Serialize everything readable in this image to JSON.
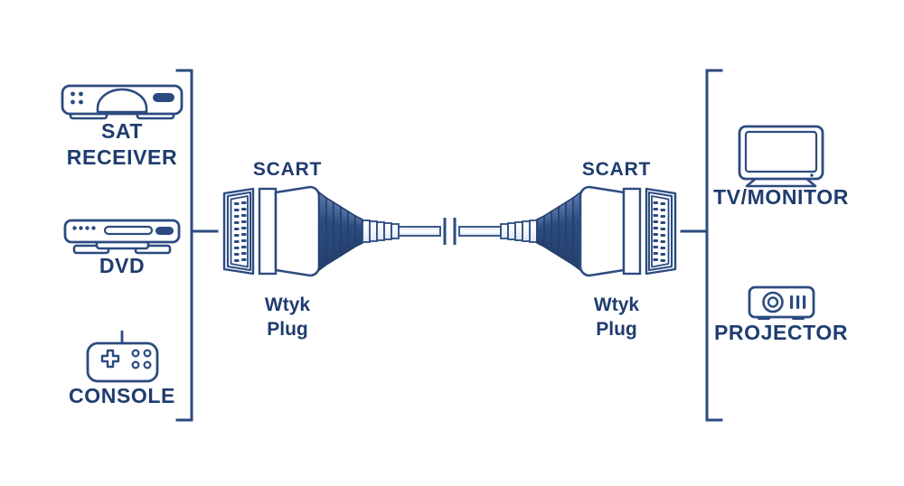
{
  "diagram": {
    "title": "SCART cable connection diagram",
    "colors": {
      "text": "#1f3c6e",
      "outline": "#2c4b80",
      "fill_dark": "#2a4a80",
      "fill_light": "#f4f7fc",
      "background": "#ffffff",
      "mid_blue": "#3d5f95"
    },
    "source_devices": [
      {
        "id": "sat-receiver",
        "icon": "sat-receiver-icon",
        "label_lines": [
          "SAT",
          "RECEIVER"
        ]
      },
      {
        "id": "dvd",
        "icon": "dvd-player-icon",
        "label_lines": [
          "DVD"
        ]
      },
      {
        "id": "console",
        "icon": "game-console-icon",
        "label_lines": [
          "CONSOLE"
        ]
      }
    ],
    "destination_devices": [
      {
        "id": "tv-monitor",
        "icon": "tv-monitor-icon",
        "label_lines": [
          "TV/MONITOR"
        ]
      },
      {
        "id": "projector",
        "icon": "projector-icon",
        "label_lines": [
          "PROJECTOR"
        ]
      }
    ],
    "connectors": [
      {
        "id": "left-connector",
        "type_label": "SCART",
        "plug_label_lines": [
          "Wtyk",
          "Plug"
        ],
        "pin_rows": 10,
        "pin_columns": 2
      },
      {
        "id": "right-connector",
        "type_label": "SCART",
        "plug_label_lines": [
          "Wtyk",
          "Plug"
        ],
        "pin_rows": 10,
        "pin_columns": 2
      }
    ],
    "cable": {
      "has_center_break": true,
      "break_label": ""
    },
    "brackets": {
      "left": {
        "orientation": "left-group",
        "tick_count": 3
      },
      "right": {
        "orientation": "right-group",
        "tick_count": 3
      }
    }
  }
}
